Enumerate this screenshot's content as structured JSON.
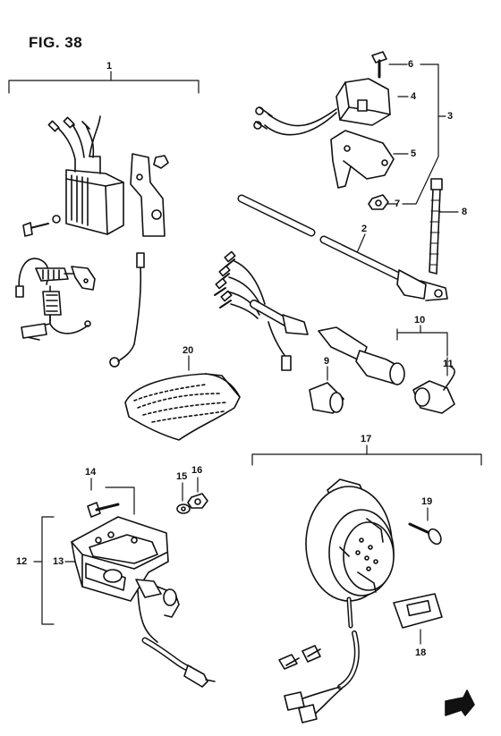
{
  "figure": {
    "title": "FIG. 38"
  },
  "callouts": {
    "c1": "1",
    "c2": "2",
    "c3": "3",
    "c4": "4",
    "c5": "5",
    "c6": "6",
    "c7": "7",
    "c8": "8",
    "c9": "9",
    "c10": "10",
    "c11": "11",
    "c12": "12",
    "c13": "13",
    "c14": "14",
    "c15": "15",
    "c16": "16",
    "c17": "17",
    "c18": "18",
    "c19": "19",
    "c20": "20"
  },
  "parts": [
    {
      "ref": "1",
      "icon": "rectifier-regulator-assembly-icon"
    },
    {
      "ref": "2",
      "icon": "lead-wire-icon"
    },
    {
      "ref": "3",
      "icon": "relay-assembly-icon"
    },
    {
      "ref": "4",
      "icon": "relay-icon"
    },
    {
      "ref": "5",
      "icon": "bracket-icon"
    },
    {
      "ref": "6",
      "icon": "bolt-icon"
    },
    {
      "ref": "7",
      "icon": "nut-icon"
    },
    {
      "ref": "8",
      "icon": "cable-tie-icon"
    },
    {
      "ref": "9",
      "icon": "grommet-icon"
    },
    {
      "ref": "10",
      "icon": "connector-icon"
    },
    {
      "ref": "11",
      "icon": "cap-icon"
    },
    {
      "ref": "12",
      "icon": "switch-assembly-icon"
    },
    {
      "ref": "13",
      "icon": "switch-icon"
    },
    {
      "ref": "14",
      "icon": "screw-icon"
    },
    {
      "ref": "15",
      "icon": "washer-icon"
    },
    {
      "ref": "16",
      "icon": "nut-icon"
    },
    {
      "ref": "17",
      "icon": "buzzer-assembly-icon"
    },
    {
      "ref": "18",
      "icon": "cushion-icon"
    },
    {
      "ref": "19",
      "icon": "screw-icon"
    },
    {
      "ref": "20",
      "icon": "bag-icon"
    }
  ]
}
